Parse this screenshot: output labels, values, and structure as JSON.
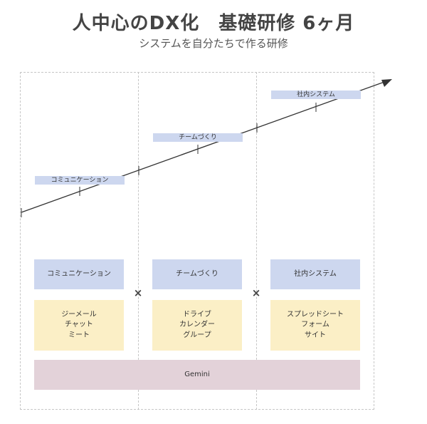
{
  "header": {
    "title": "人中心のDX化　基礎研修 6ヶ月",
    "subtitle": "システムを自分たちで作る研修"
  },
  "timeline": {
    "labels": [
      "コミュニケーション",
      "チームづくり",
      "社内システム"
    ]
  },
  "columns": [
    {
      "theme": "コミュニケーション",
      "tools": "ジーメール\nチャット\nミート"
    },
    {
      "theme": "チームづくり",
      "tools": "ドライブ\nカレンダー\nグループ"
    },
    {
      "theme": "社内システム",
      "tools": "スプレッドシート\nフォーム\nサイト"
    }
  ],
  "operators": [
    "×",
    "×"
  ],
  "base": {
    "label": "Gemini"
  },
  "colors": {
    "theme_box": "#cdd7ef",
    "tool_box": "#fbefc6",
    "base_bar": "#e3d2d9",
    "arrow": "#333333"
  }
}
